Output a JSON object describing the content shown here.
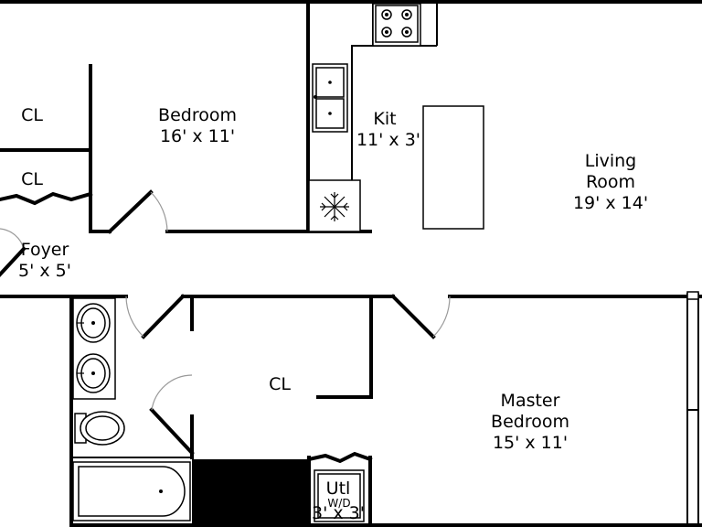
{
  "rooms": {
    "cl_top": "CL",
    "cl_mid": "CL",
    "bedroom_name": "Bedroom",
    "bedroom_size": "16' x 11'",
    "kit_name": "Kit",
    "kit_size": "11' x 3'",
    "living_name_1": "Living",
    "living_name_2": "Room",
    "living_size": "19' x 14'",
    "foyer_name": "Foyer",
    "foyer_size": "5' x 5'",
    "cl_center": "CL",
    "master_name_1": "Master",
    "master_name_2": "Bedroom",
    "master_size": "15' x 11'",
    "utl_name": "Utl",
    "utl_size": "3' x 3'",
    "wd_label": "W/D"
  }
}
